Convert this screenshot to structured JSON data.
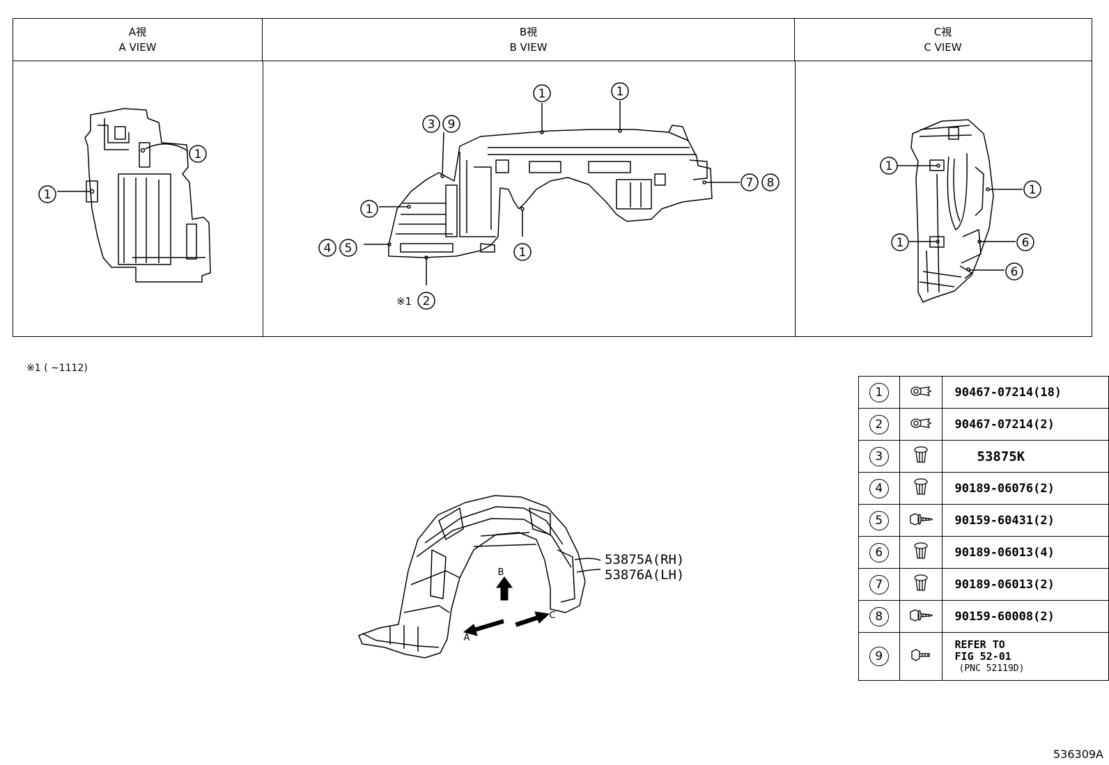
{
  "views": [
    {
      "label_jp": "A視",
      "label_en": "A VIEW"
    },
    {
      "label_jp": "B視",
      "label_en": "B VIEW"
    },
    {
      "label_jp": "C視",
      "label_en": "C VIEW"
    }
  ],
  "callouts": {
    "one": "1",
    "two": "2",
    "three": "3",
    "four": "4",
    "five": "5",
    "six": "6",
    "seven": "7",
    "eight": "8",
    "nine": "9"
  },
  "note_marker": "※1",
  "footnote": "※1 (      ~1112)",
  "main_part": {
    "rh": "53875A(RH)",
    "lh": "53876A(LH)"
  },
  "arrows": {
    "a": "A",
    "b": "B",
    "c": "C"
  },
  "legend": [
    {
      "num": "1",
      "icon": "clip-icon",
      "part": "90467-07214(18)"
    },
    {
      "num": "2",
      "icon": "clip-icon",
      "part": "90467-07214(2)"
    },
    {
      "num": "3",
      "icon": "push-rivet-icon",
      "part": "53875K"
    },
    {
      "num": "4",
      "icon": "push-rivet-icon",
      "part": "90189-06076(2)"
    },
    {
      "num": "5",
      "icon": "screw-icon",
      "part": "90159-60431(2)"
    },
    {
      "num": "6",
      "icon": "push-rivet-icon",
      "part": "90189-06013(4)"
    },
    {
      "num": "7",
      "icon": "push-rivet-icon",
      "part": "90189-06013(2)"
    },
    {
      "num": "8",
      "icon": "screw-icon",
      "part": "90159-60008(2)"
    },
    {
      "num": "9",
      "icon": "bolt-icon",
      "part_lines": [
        "REFER TO",
        "FIG 52-01",
        "(PNC 52119D)"
      ]
    }
  ],
  "figure_id": "536309A"
}
